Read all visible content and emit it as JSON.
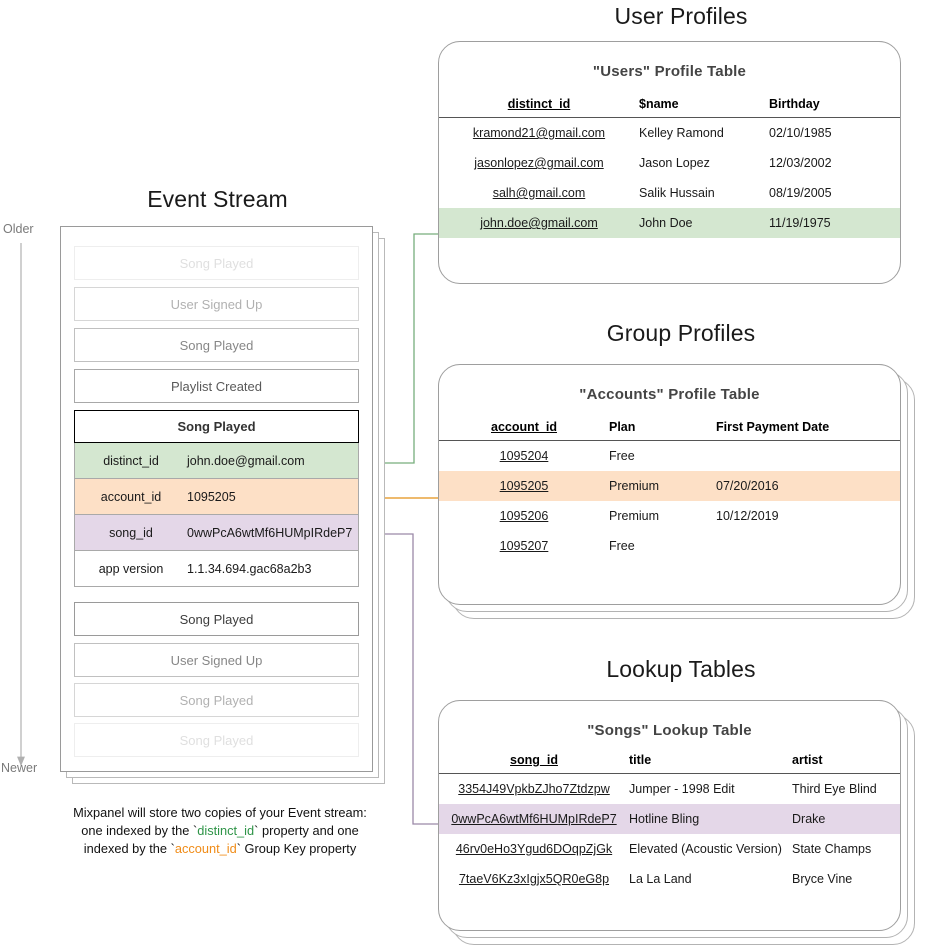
{
  "sections": {
    "event_stream_title": "Event Stream",
    "user_profiles_title": "User Profiles",
    "group_profiles_title": "Group Profiles",
    "lookup_tables_title": "Lookup Tables"
  },
  "axis": {
    "older": "Older",
    "newer": "Newer"
  },
  "event_stream": {
    "before_events": [
      {
        "label": "Song Played",
        "fade": "f1"
      },
      {
        "label": "User Signed Up",
        "fade": "f2"
      },
      {
        "label": "Song Played",
        "fade": "f3"
      },
      {
        "label": "Playlist Created",
        "fade": "f4"
      }
    ],
    "selected_event": {
      "name": "Song Played",
      "properties": [
        {
          "key": "distinct_id",
          "value": "john.doe@gmail.com",
          "highlight": "green"
        },
        {
          "key": "account_id",
          "value": "1095205",
          "highlight": "orange"
        },
        {
          "key": "song_id",
          "value": "0wwPcA6wtMf6HUMpIRdeP7",
          "highlight": "purple"
        },
        {
          "key": "app version",
          "value": "1.1.34.694.gac68a2b3",
          "highlight": "none"
        }
      ]
    },
    "after_events": [
      {
        "label": "Song Played",
        "fade": "f5"
      },
      {
        "label": "User Signed Up",
        "fade": "f3"
      },
      {
        "label": "Song Played",
        "fade": "f2"
      },
      {
        "label": "Song Played",
        "fade": "f1"
      }
    ]
  },
  "caption": {
    "line1": "Mixpanel will store two copies of your Event stream:",
    "line2_a": "one indexed by the `",
    "line2_key": "distinct_id",
    "line2_b": "` property and one",
    "line3_a": "indexed by the `",
    "line3_key": "account_id",
    "line3_b": "` Group Key property"
  },
  "users_table": {
    "title": "\"Users\" Profile Table",
    "columns": [
      "distinct_id",
      "$name",
      "Birthday"
    ],
    "rows": [
      {
        "cells": [
          "kramond21@gmail.com",
          "Kelley Ramond",
          "02/10/1985"
        ],
        "highlight": "none"
      },
      {
        "cells": [
          "jasonlopez@gmail.com",
          "Jason Lopez",
          "12/03/2002"
        ],
        "highlight": "none"
      },
      {
        "cells": [
          "salh@gmail.com",
          "Salik Hussain",
          "08/19/2005"
        ],
        "highlight": "none"
      },
      {
        "cells": [
          "john.doe@gmail.com",
          "John Doe",
          "11/19/1975"
        ],
        "highlight": "green"
      }
    ]
  },
  "accounts_table": {
    "title": "\"Accounts\" Profile Table",
    "columns": [
      "account_id",
      "Plan",
      "First Payment Date"
    ],
    "rows": [
      {
        "cells": [
          "1095204",
          "Free",
          ""
        ],
        "highlight": "none"
      },
      {
        "cells": [
          "1095205",
          "Premium",
          "07/20/2016"
        ],
        "highlight": "orange"
      },
      {
        "cells": [
          "1095206",
          "Premium",
          "10/12/2019"
        ],
        "highlight": "none"
      },
      {
        "cells": [
          "1095207",
          "Free",
          ""
        ],
        "highlight": "none"
      }
    ]
  },
  "songs_table": {
    "title": "\"Songs\" Lookup Table",
    "columns": [
      "song_id",
      "title",
      "artist"
    ],
    "rows": [
      {
        "cells": [
          "3354J49VpkbZJho7Ztdzpw",
          "Jumper - 1998 Edit",
          "Third Eye Blind"
        ],
        "highlight": "none"
      },
      {
        "cells": [
          "0wwPcA6wtMf6HUMpIRdeP7",
          "Hotline Bling",
          "Drake"
        ],
        "highlight": "purple"
      },
      {
        "cells": [
          "46rv0eHo3Ygud6DOqpZjGk",
          "Elevated (Acoustic Version)",
          "State Champs"
        ],
        "highlight": "none"
      },
      {
        "cells": [
          "7taeV6Kz3xIgjx5QR0eG8p",
          "La La Land",
          "Bryce Vine"
        ],
        "highlight": "none"
      }
    ]
  },
  "colors": {
    "green": "#d4e7d0",
    "orange": "#fde0c6",
    "purple": "#e4d7e8",
    "green_line": "#77ae7c",
    "orange_line": "#e8a33d",
    "purple_line": "#9b89a8",
    "card_border": "#9e9e9e"
  }
}
